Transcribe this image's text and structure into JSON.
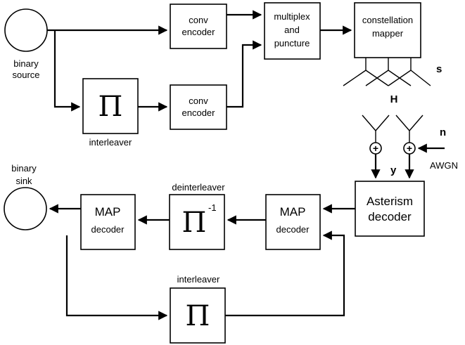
{
  "blocks": {
    "binary_source": [
      "binary",
      "source"
    ],
    "conv_encoder_1": [
      "conv",
      "encoder"
    ],
    "conv_encoder_2": [
      "conv",
      "encoder"
    ],
    "multiplex": [
      "multiplex",
      "and",
      "puncture"
    ],
    "constellation": [
      "constellation",
      "mapper"
    ],
    "interleaver_top": "interleaver",
    "asterism": [
      "Asterism",
      "decoder"
    ],
    "map_decoder_right": [
      "MAP",
      "decoder"
    ],
    "deinterleaver": "deinterleaver",
    "map_decoder_left": [
      "MAP",
      "decoder"
    ],
    "binary_sink": [
      "binary",
      "sink"
    ],
    "interleaver_bottom": "interleaver"
  },
  "symbols": {
    "pi": "Π",
    "inverse_sup": "-1",
    "plus": "+"
  },
  "signals": {
    "s": "s",
    "H": "H",
    "n": "n",
    "y": "y",
    "awgn": "AWGN"
  }
}
